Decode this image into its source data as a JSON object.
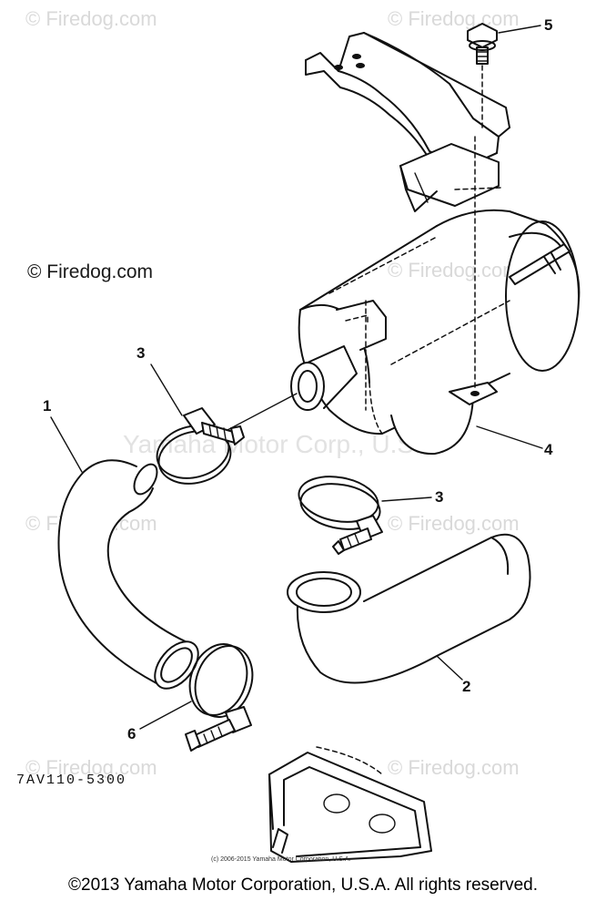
{
  "watermarks": {
    "top_left": "© Firedog.com",
    "top_right": "© Firedog.com",
    "mid_left": "© Firedog.com",
    "mid_right": "© Firedog.com",
    "center": "Yamaha Motor Corp., U.S.A.",
    "left_mid": "© Firedog.com",
    "right_mid": "© Firedog.com",
    "bottom_left": "© Firedog.com",
    "bottom_right": "© Firedog.com"
  },
  "callouts": {
    "c1": "1",
    "c2": "2",
    "c3a": "3",
    "c3b": "3",
    "c4": "4",
    "c5": "5",
    "c6": "6"
  },
  "diagram_code": "7AV110-5300",
  "small_copyright": "(c) 2006-2015 Yamaha Motor Corporation, U.S.A.",
  "footer_copyright": "©2013 Yamaha Motor Corporation, U.S.A. All rights reserved."
}
